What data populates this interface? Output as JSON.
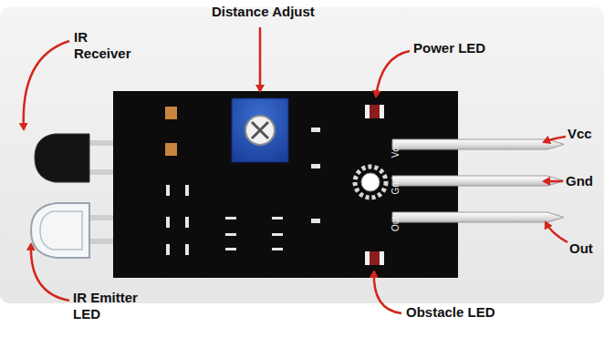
{
  "diagram": {
    "labels": [
      "Distance Adjust",
      "IR Receiver",
      "Power LED",
      "Vcc",
      "Gnd",
      "Out",
      "IR Emitter LED",
      "Obstacle LED",
      "Vcc",
      "Gnd",
      "Out"
    ]
  }
}
